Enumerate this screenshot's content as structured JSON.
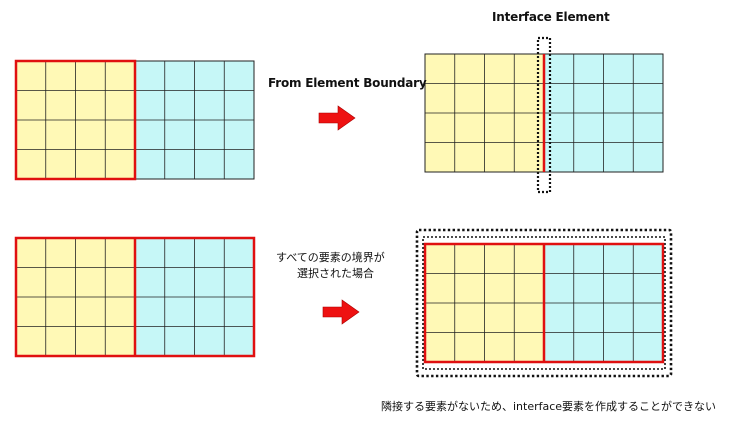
{
  "labels": {
    "interface_element": "Interface Element",
    "from_boundary": "From Element Boundary",
    "all_boundaries_line1": "すべての要素の境界が",
    "all_boundaries_line2": "選択された場合",
    "cannot_create": "隣接する要素がないため、interface要素を作成することができない"
  },
  "colors": {
    "yellow": "#fff9b6",
    "cyan": "#c6f7f7",
    "grid": "#222222",
    "red": "#e01010",
    "arrow": "#ee1111",
    "dots": "#111111"
  },
  "diagrams": [
    {
      "id": "top-left-mesh",
      "cols": 8,
      "rows": 4,
      "yellow_cols": 4,
      "red": "yellow-block"
    },
    {
      "id": "top-right-mesh",
      "cols": 8,
      "rows": 4,
      "yellow_cols": 4,
      "red": "split-line",
      "dotted": "interface"
    },
    {
      "id": "bottom-left-mesh",
      "cols": 8,
      "rows": 4,
      "yellow_cols": 4,
      "red": "both-blocks"
    },
    {
      "id": "bottom-right-mesh",
      "cols": 8,
      "rows": 4,
      "yellow_cols": 4,
      "red": "both-blocks",
      "dotted": "outline"
    }
  ]
}
